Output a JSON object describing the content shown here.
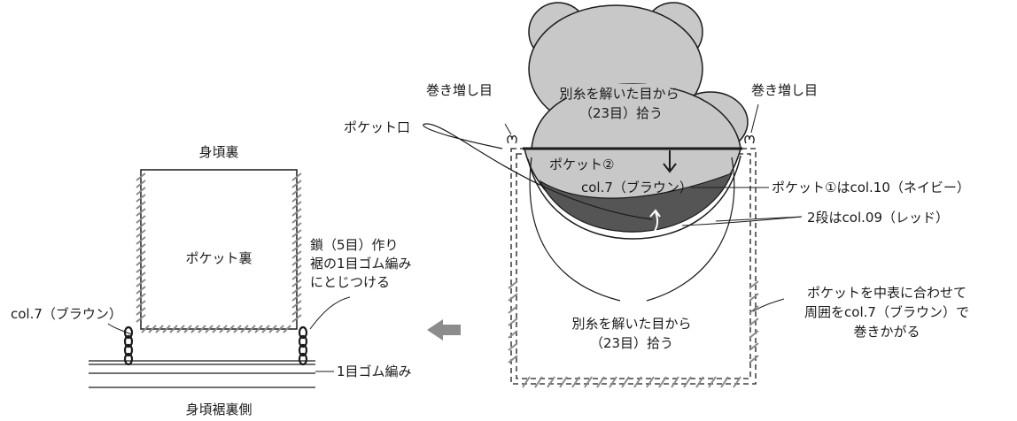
{
  "left_figure": {
    "title": "身頃裏",
    "pocket_back": "ポケット裏",
    "chain_note": [
      "鎖（5目）作り",
      "裾の1目ゴム編み",
      "にとじつける"
    ],
    "yarn_brown": "col.7（ブラウン）",
    "rib": "1目ゴム編み",
    "hem_inside": "身頃裾裏側"
  },
  "right_figure": {
    "extra_stitch_left": "巻き増し目",
    "extra_stitch_right": "巻き増し目",
    "pickup_top": [
      "別糸を解いた目から",
      "（23目）拾う"
    ],
    "pocket_mouth": "ポケット口",
    "pocket2": "ポケット②",
    "pocket2_color": "col.7（ブラウン）",
    "pocket1": "ポケット①はcol.10（ネイビー）",
    "two_rows": "2段はcol.09（レッド）",
    "pickup_bottom": [
      "別糸を解いた目から",
      "（23目）拾う"
    ],
    "sew_note": [
      "ポケットを中表に合わせて",
      "周囲をcol.7（ブラウン）で",
      "巻きかがる"
    ]
  },
  "colors": {
    "line": "#1a1a1a",
    "light_gray": "#c8c8c8",
    "dark_gray": "#555555",
    "stitch": "#8a8a8a",
    "arrow_gray": "#8c8c8c"
  }
}
